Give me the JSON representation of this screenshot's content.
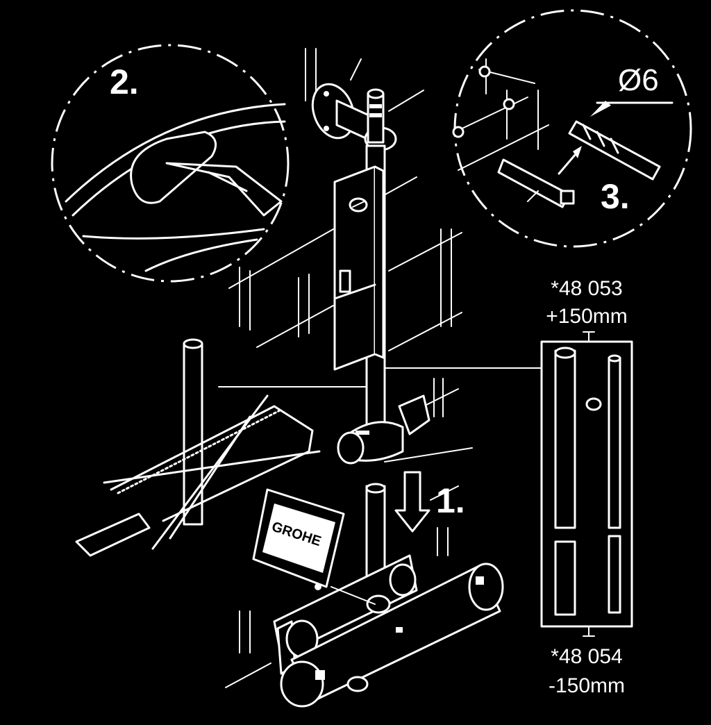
{
  "steps": {
    "step1": "1.",
    "step2": "2.",
    "step3": "3."
  },
  "drill": {
    "diameter_label": "Ø6"
  },
  "extension_kits": {
    "long": {
      "part_number": "*48 053",
      "length_change": "+150mm"
    },
    "short": {
      "part_number": "*48 054",
      "length_change": "-150mm"
    }
  },
  "sachet": {
    "brand": "GROHE"
  },
  "colors": {
    "background": "#000000",
    "line": "#ffffff"
  }
}
